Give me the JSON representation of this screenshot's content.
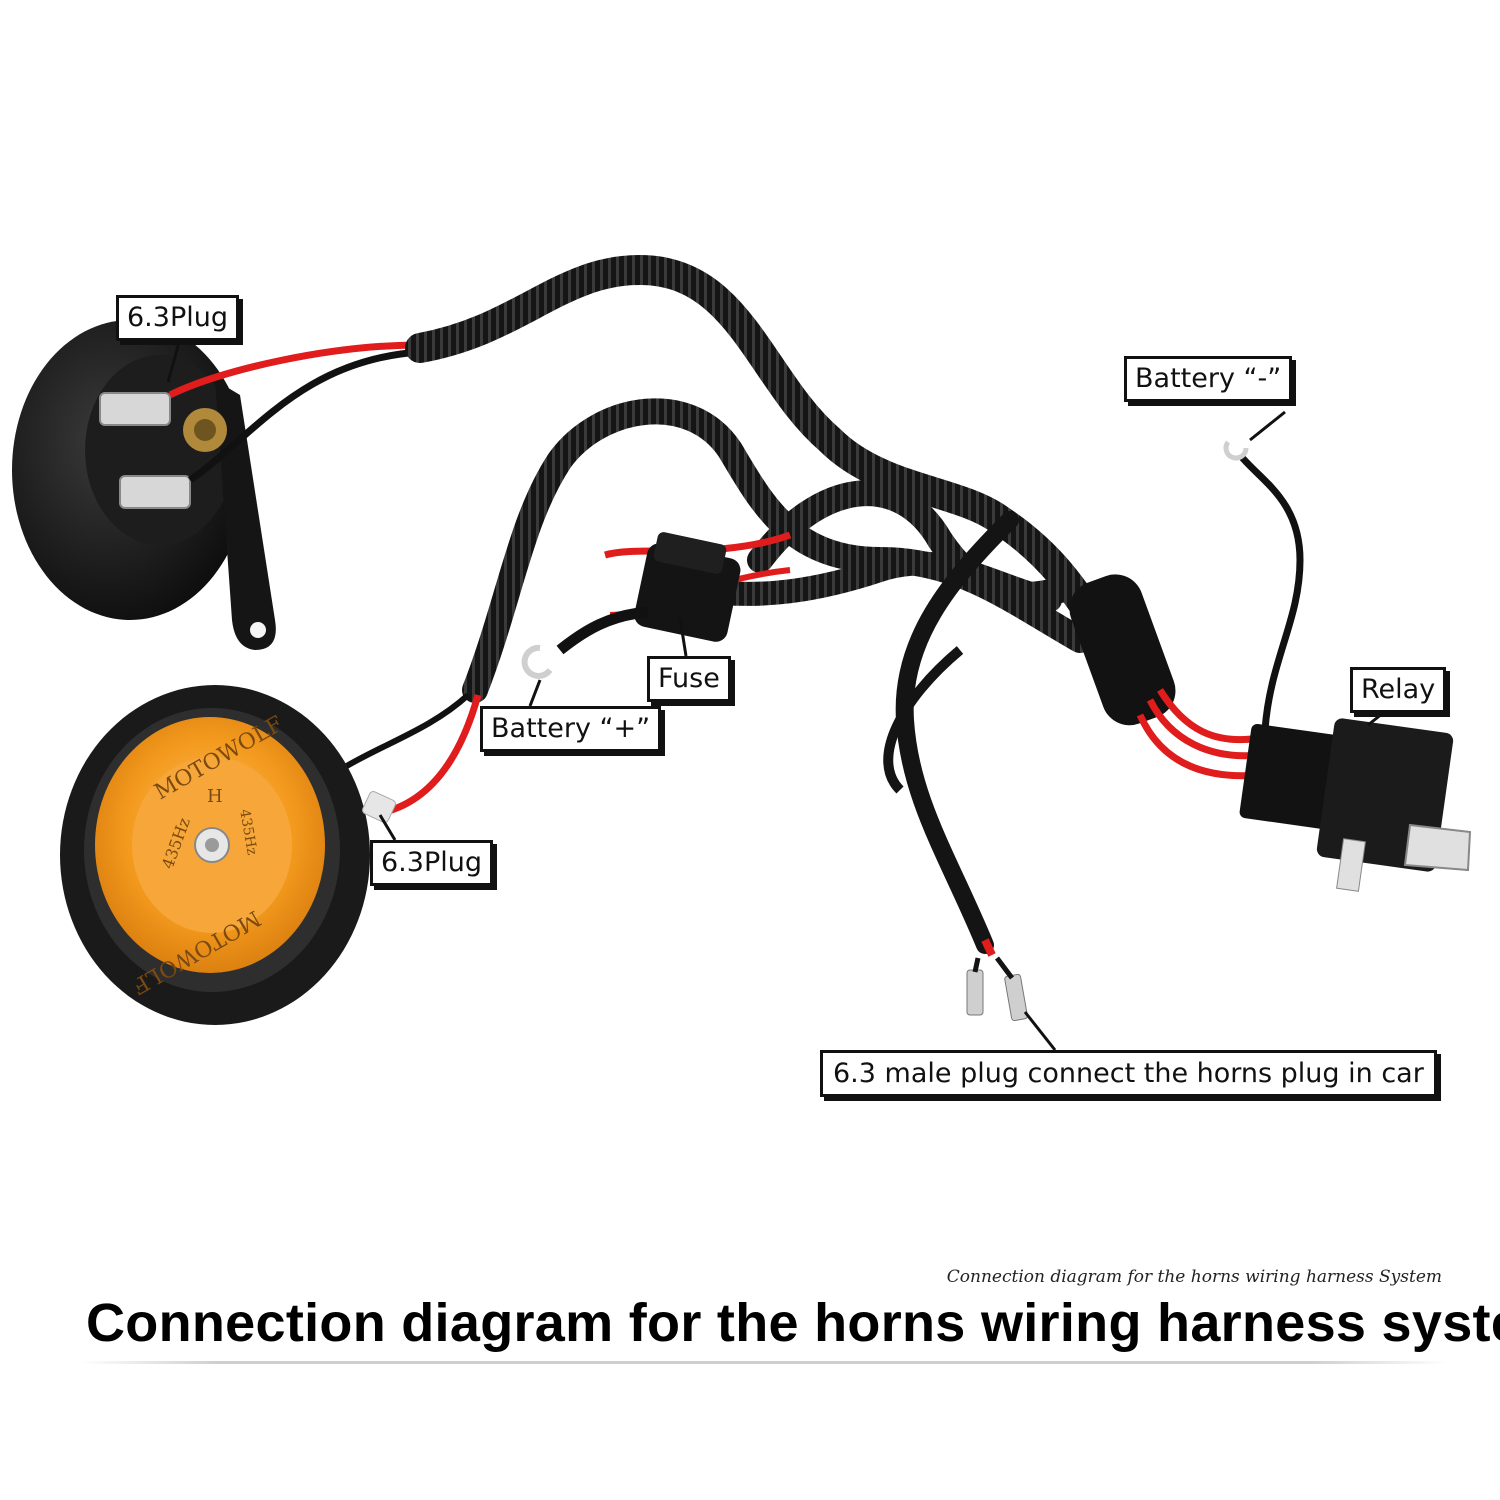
{
  "labels": {
    "plug_top": "6.3Plug",
    "battery_neg": "Battery “-”",
    "fuse": "Fuse",
    "battery_pos": "Battery “+”",
    "relay": "Relay",
    "plug_bottom": "6.3Plug",
    "male_plug": "6.3 male plug connect the horns plug in car"
  },
  "horn_text": {
    "brand": "MOTOWOLF",
    "freq": "435Hz",
    "letter": "H"
  },
  "caption": {
    "small": "Connection diagram for the horns wiring harness System",
    "main": "Connection diagram for the horns wiring harness system"
  },
  "colors": {
    "wire_red": "#e01c1c",
    "wire_black": "#111111",
    "horn_orange": "#f39a1e",
    "background": "#ffffff"
  }
}
